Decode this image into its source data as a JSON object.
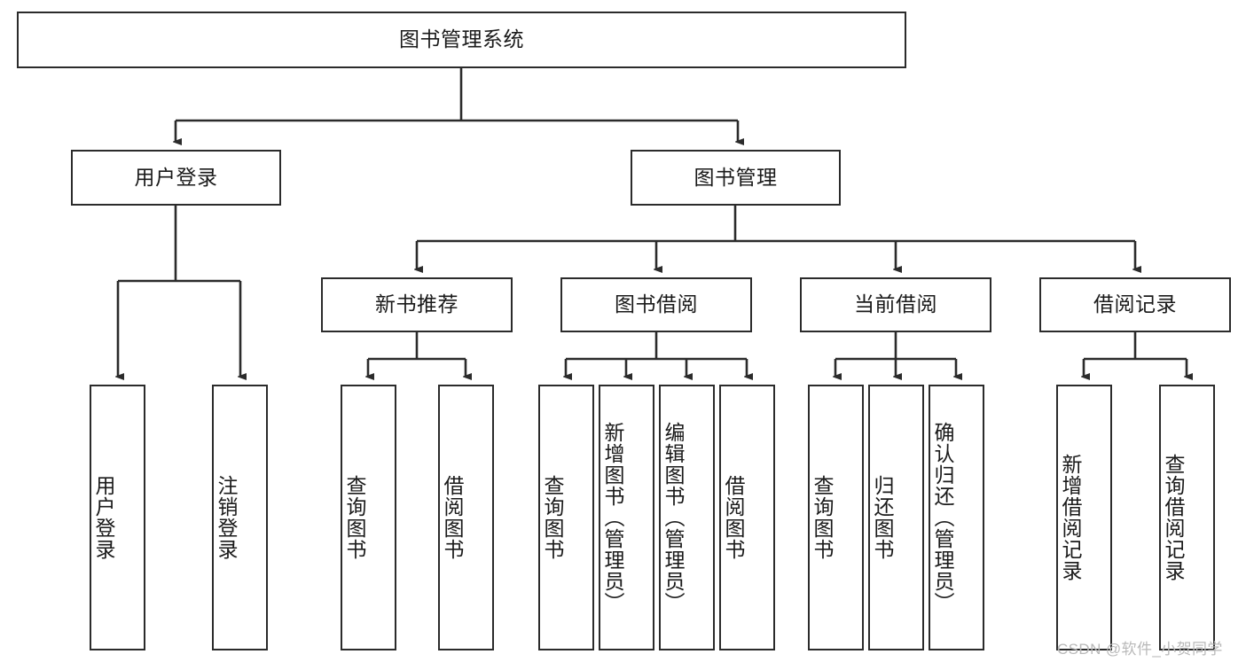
{
  "diagram": {
    "title": "图书管理系统",
    "type": "functional-structure-tree",
    "root": {
      "label": "图书管理系统"
    },
    "level2": [
      {
        "label": "用户登录"
      },
      {
        "label": "图书管理"
      }
    ],
    "level3": [
      {
        "label": "新书推荐"
      },
      {
        "label": "图书借阅"
      },
      {
        "label": "当前借阅"
      },
      {
        "label": "借阅记录"
      }
    ],
    "leaves": {
      "user_login": [
        {
          "label": "用户登录"
        },
        {
          "label": "注销登录"
        }
      ],
      "new_book_recommend": [
        {
          "label": "查询图书"
        },
        {
          "label": "借阅图书"
        }
      ],
      "book_borrow": [
        {
          "label": "查询图书"
        },
        {
          "label": "新增图书（管理员）"
        },
        {
          "label": "编辑图书（管理员）"
        },
        {
          "label": "借阅图书"
        }
      ],
      "current_borrow": [
        {
          "label": "查询图书"
        },
        {
          "label": "归还图书"
        },
        {
          "label": "确认归还（管理员）"
        }
      ],
      "borrow_record": [
        {
          "label": "新增借阅记录"
        },
        {
          "label": "查询借阅记录"
        }
      ]
    }
  },
  "watermark": {
    "text": "CSDN @软件_小贺同学"
  },
  "colors": {
    "stroke": "#2b2b2b",
    "fill": "#ffffff",
    "text": "#1a1a1a",
    "watermark": "#b9b9b9"
  }
}
